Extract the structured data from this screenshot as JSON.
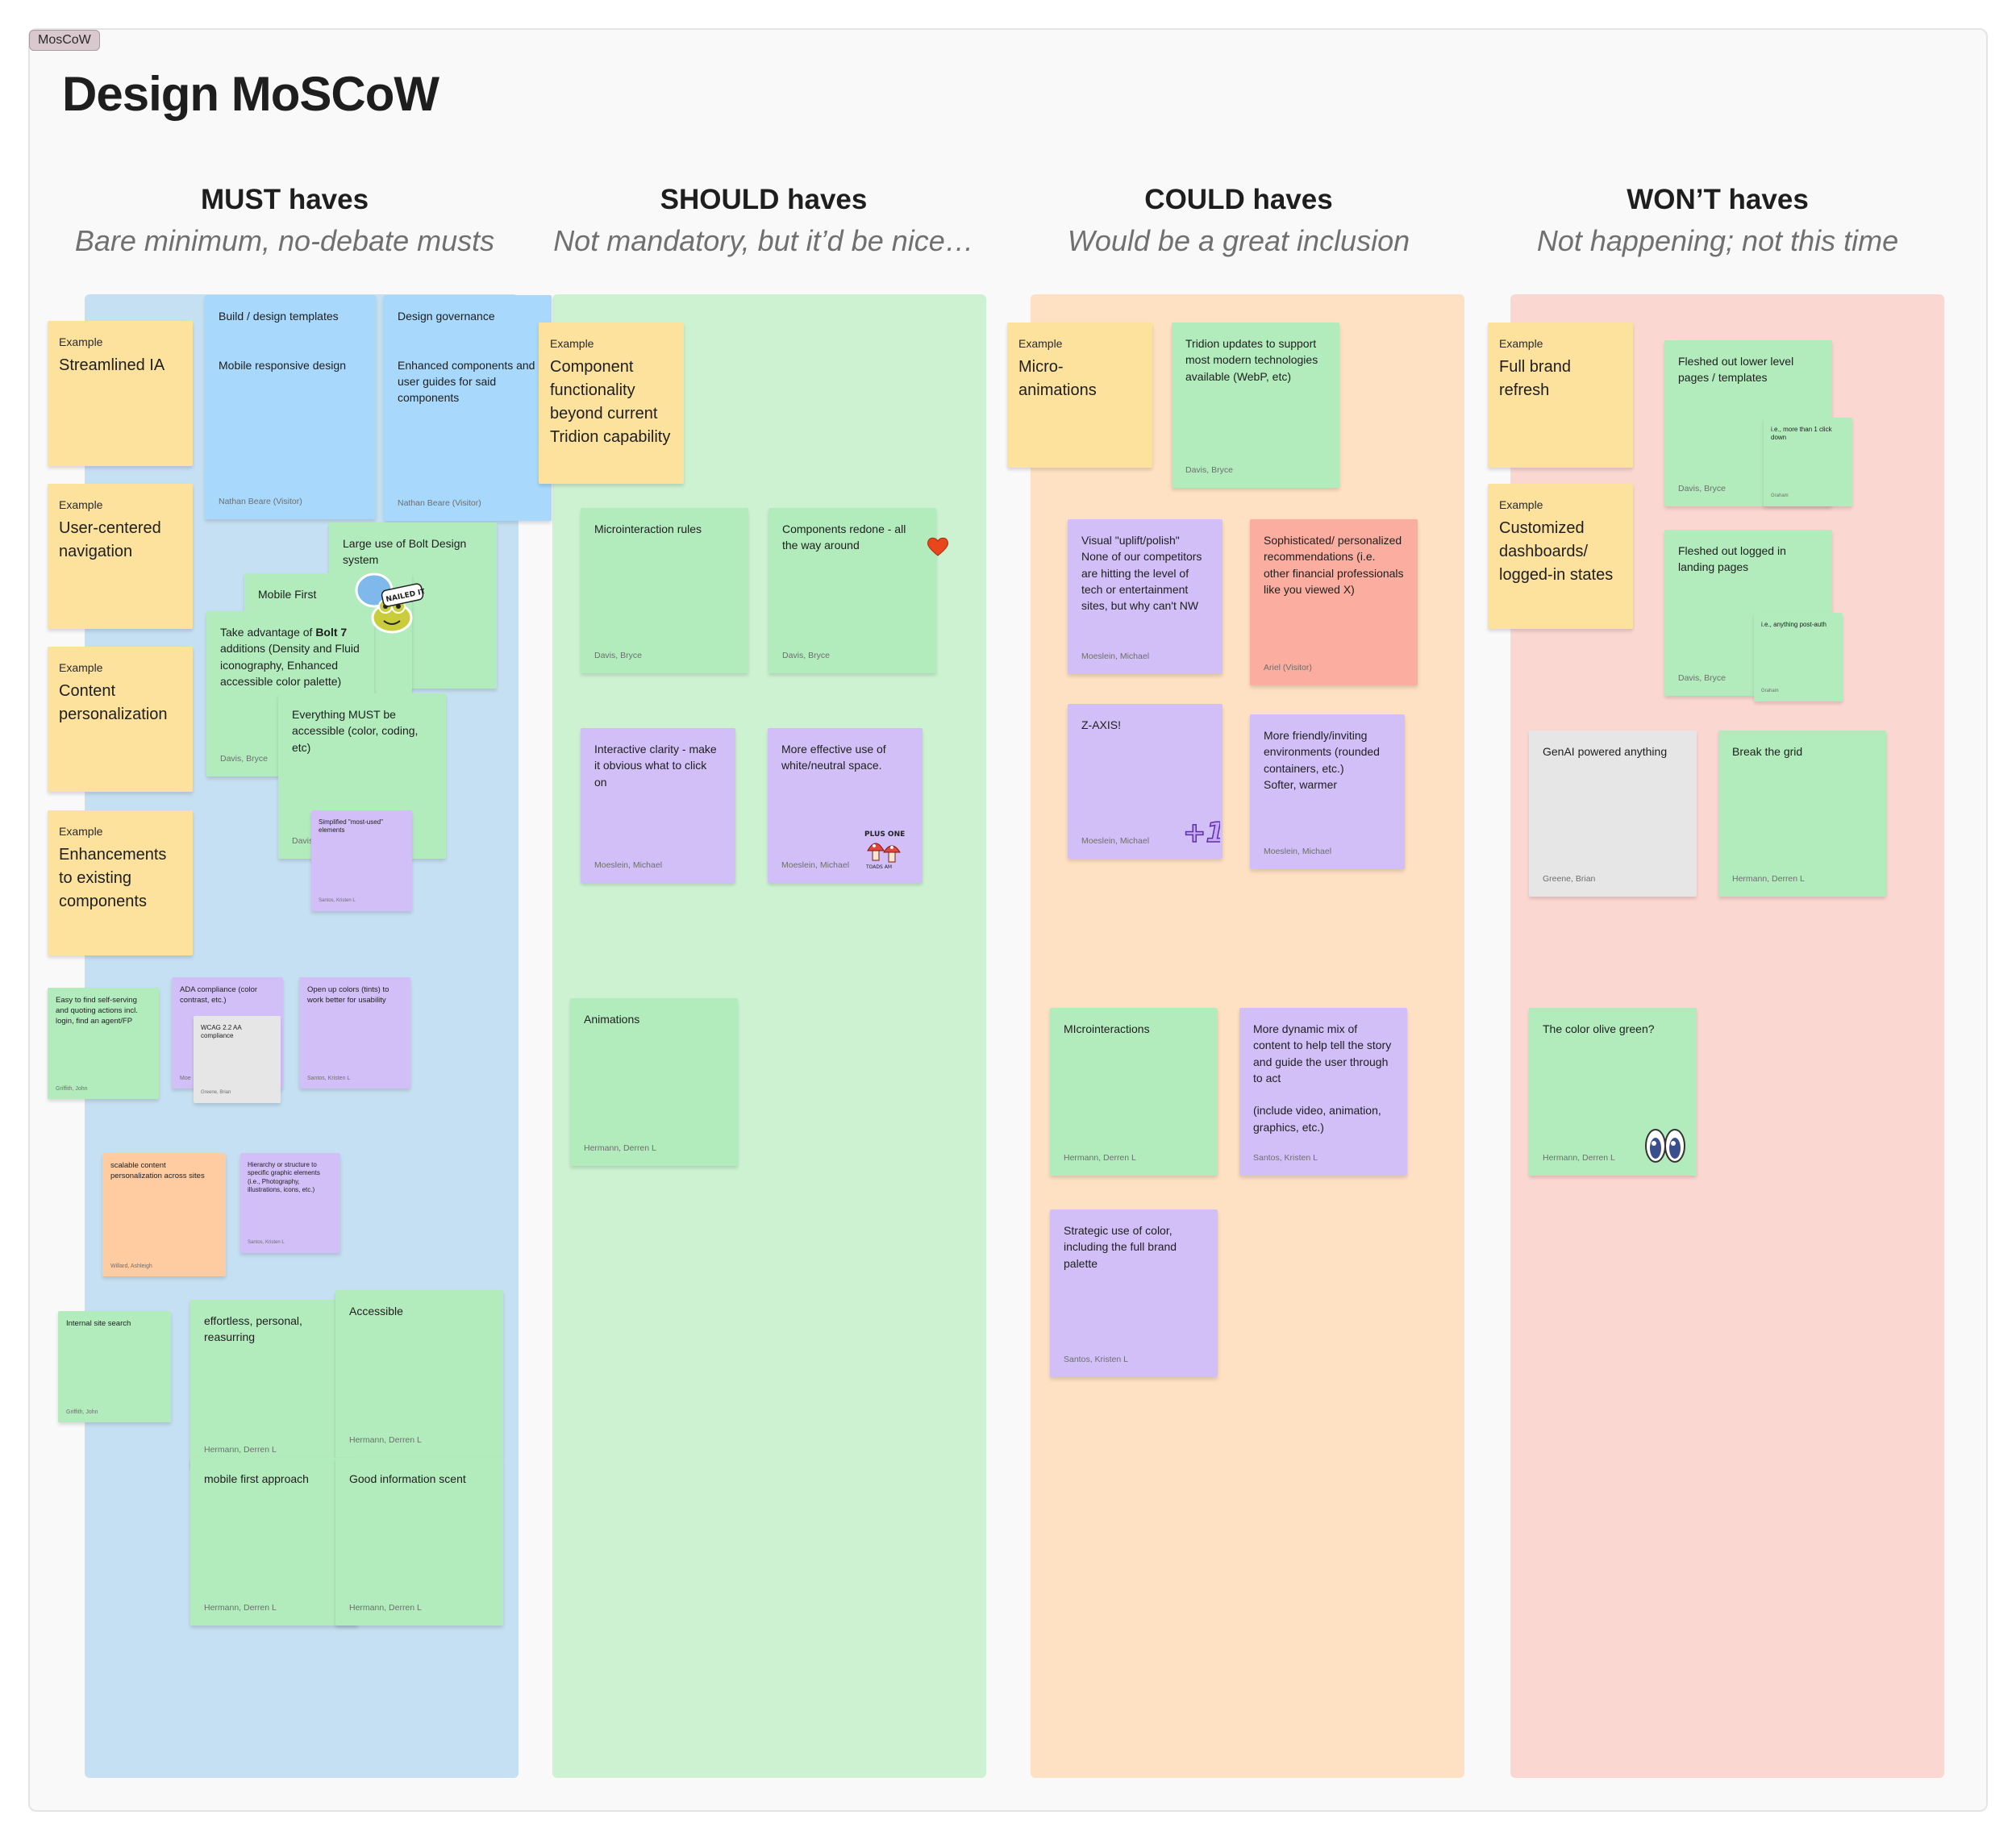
{
  "frame": {
    "tag": "MosCoW",
    "title": "Design MoSCoW"
  },
  "columns": [
    {
      "title": "MUST haves",
      "subtitle": "Bare minimum, no-debate musts",
      "color": "#c5e0f2"
    },
    {
      "title": "SHOULD haves",
      "subtitle": "Not mandatory, but it’d be nice…",
      "color": "#cdf2d2"
    },
    {
      "title": "COULD haves",
      "subtitle": "Would be a great inclusion",
      "color": "#fee0c2"
    },
    {
      "title": "WON’T haves",
      "subtitle": "Not happening; not this time",
      "color": "#fbd7d1"
    }
  ],
  "must": {
    "ex1": {
      "k": "Example",
      "t": "Streamlined IA"
    },
    "ex2": {
      "k": "Example",
      "t": "User-centered navigation"
    },
    "ex3": {
      "k": "Example",
      "t": "Content personalization"
    },
    "ex4": {
      "k": "Example",
      "t": "Enhancements to existing components"
    },
    "build_templates": {
      "t": "Build / design templates\n\n\nMobile responsive design",
      "a": "Nathan Beare (Visitor)"
    },
    "governance": {
      "t": "Design governance\n\n\nEnhanced components and user guides for said components",
      "a": "Nathan Beare (Visitor)"
    },
    "bolt_design": {
      "t": "Large use of Bolt Design system",
      "a": ""
    },
    "mobile_first": {
      "t": "Mobile First",
      "a": ""
    },
    "bolt7": {
      "t1": "Take advantage of ",
      "b": "Bolt 7",
      "t2": " additions (Density and Fluid iconography, Enhanced accessible color palette)",
      "a": "Davis, Bryce"
    },
    "accessible_must": {
      "t": "Everything MUST be accessible (color, coding, etc)",
      "a": "Davis"
    },
    "simplified": {
      "t": "Simplified \"most-used\" elements",
      "a": "Santos, Kristen L"
    },
    "self_serving": {
      "t": "Easy to find self-serving and quoting actions incl. login, find an agent/FP",
      "a": "Griffith, John"
    },
    "ada": {
      "t": "ADA compliance (color contrast, etc.)",
      "a": "Moe"
    },
    "wcag": {
      "t": "WCAG 2.2 AA compliance",
      "a": "Greene, Brian"
    },
    "open_colors": {
      "t": "Open up colors (tints) to work better for usability",
      "a": "Santos, Kristen L"
    },
    "scalable": {
      "t": "scalable content personalization across sites",
      "a": "Willard, Ashleigh"
    },
    "hierarchy": {
      "t": "Hierarchy or structure to specific graphic elements (i.e., Photography, illustrations, icons, etc.)",
      "a": "Santos, Kristen L"
    },
    "site_search": {
      "t": "Internal site search",
      "a": "Griffith, John"
    },
    "effortless": {
      "t": "effortless, personal, reasurring",
      "a": "Hermann, Derren L"
    },
    "accessible": {
      "t": "Accessible",
      "a": "Hermann, Derren L"
    },
    "mobile_approach": {
      "t": "mobile first approach",
      "a": "Hermann, Derren L"
    },
    "info_scent": {
      "t": "Good information scent",
      "a": "Hermann, Derren L"
    }
  },
  "should": {
    "ex1": {
      "k": "Example",
      "t": "Component functionality beyond current Tridion capability"
    },
    "microinteraction_rules": {
      "t": "Microinteraction rules",
      "a": "Davis, Bryce"
    },
    "components_redone": {
      "t": "Components redone - all the way around",
      "a": "Davis, Bryce"
    },
    "interactive_clarity": {
      "t": "Interactive clarity - make it obvious what to click on",
      "a": "Moeslein, Michael"
    },
    "white_space": {
      "t": "More effective use of white/neutral space.",
      "a": "Moeslein, Michael"
    },
    "animations": {
      "t": "Animations",
      "a": "Hermann, Derren L"
    }
  },
  "could": {
    "ex1": {
      "k": "Example",
      "t": "Micro-animations"
    },
    "tridion": {
      "t": "Tridion updates to support most modern technologies available (WebP, etc)",
      "a": "Davis, Bryce"
    },
    "uplift": {
      "t": "Visual \"uplift/polish\"\nNone of our competitors are hitting the level of tech or entertainment sites, but why can't NW",
      "a": "Moeslein, Michael"
    },
    "sophisticated": {
      "t": "Sophisticated/ personalized recommendations (i.e. other financial professionals like you viewed X)",
      "a": "Ariel (Visitor)"
    },
    "zaxis": {
      "t": "Z-AXIS!",
      "a": "Moeslein, Michael"
    },
    "friendly": {
      "t": "More friendly/inviting environments (rounded containers, etc.)\nSofter, warmer",
      "a": "Moeslein, Michael"
    },
    "microinteractions": {
      "t": "MIcrointeractions",
      "a": "Hermann, Derren L"
    },
    "dynamic_mix": {
      "t": "More dynamic mix of content to help tell the story and guide the user through to act\n\n(include video, animation, graphics, etc.)",
      "a": "Santos, Kristen L"
    },
    "strategic_color": {
      "t": "Strategic use of color, including the full brand palette",
      "a": "Santos, Kristen L"
    }
  },
  "wont": {
    "ex1": {
      "k": "Example",
      "t": "Full brand refresh"
    },
    "ex2": {
      "k": "Example",
      "t": "Customized dashboards/ logged-in states"
    },
    "lower_level": {
      "t": "Fleshed out lower level pages / templates",
      "a": "Davis, Bryce"
    },
    "more_than_click": {
      "t": "i.e., more than 1 click down",
      "a": "Graham"
    },
    "logged_in": {
      "t": "Fleshed out logged in landing pages",
      "a": "Davis, Bryce"
    },
    "post_auth": {
      "t": "i.e., anything post-auth",
      "a": "Graham"
    },
    "genai": {
      "t": "GenAI powered anything",
      "a": "Greene, Brian"
    },
    "break_grid": {
      "t": "Break the grid",
      "a": "Hermann, Derren L"
    },
    "olive": {
      "t": "The color olive green?",
      "a": "Hermann, Derren L"
    }
  },
  "stickers": {
    "nailed": "NAILED IT!",
    "plus_one_badge": "+1",
    "plus_one_mushroom": "PLUS ONE",
    "mushroom_caption": "TOADS AM"
  },
  "icons": [
    "heart-icon",
    "eyes-icon",
    "frog-sticker",
    "mushroom-sticker",
    "plus-one-sticker"
  ]
}
